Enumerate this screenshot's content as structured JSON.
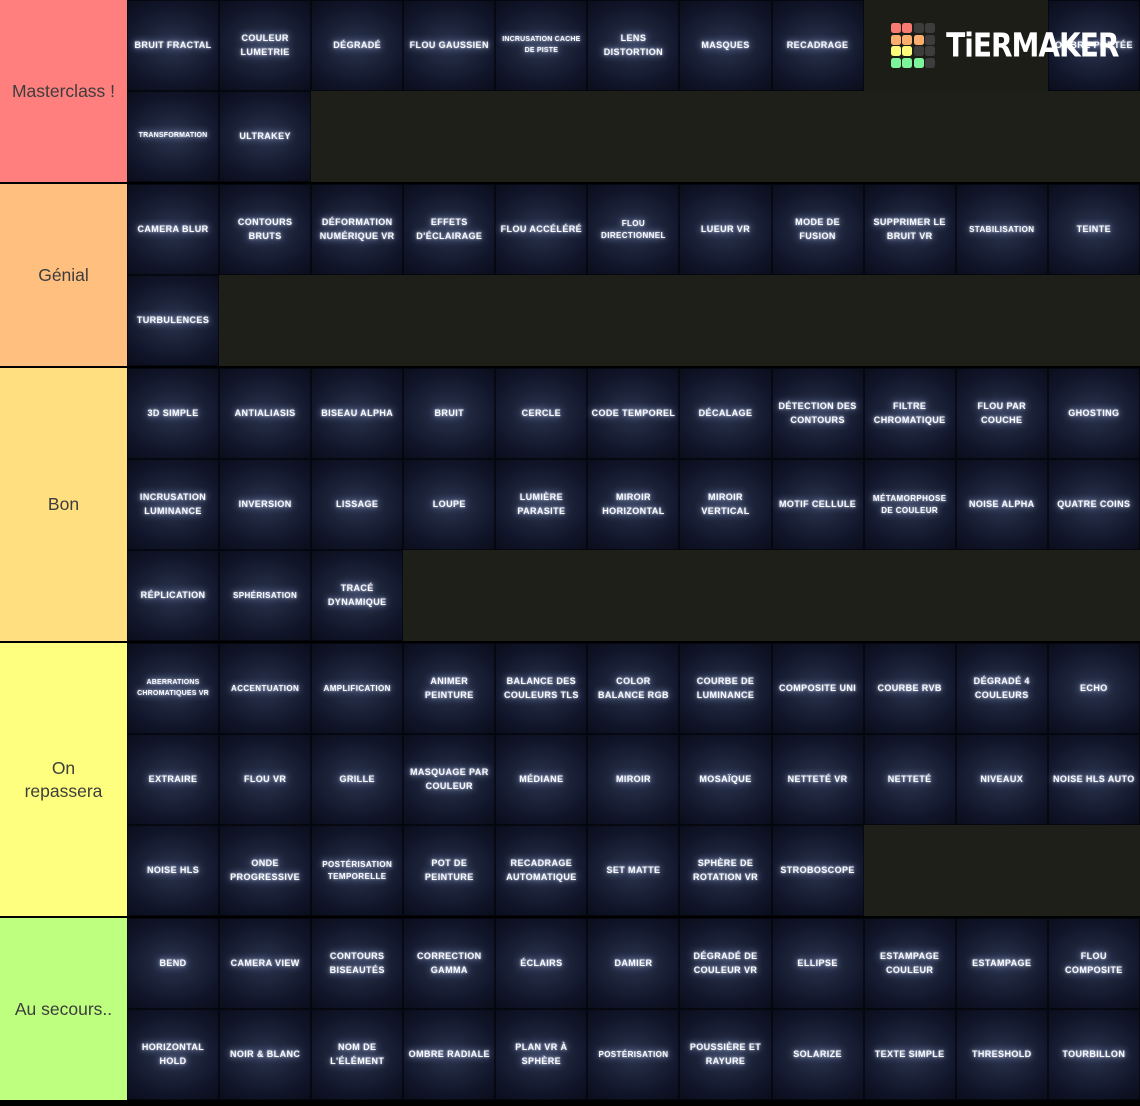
{
  "logo": {
    "text": "TiERMAKER",
    "grid_colors": [
      "#f87b72",
      "#f87b72",
      "#3d3d3d",
      "#3d3d3d",
      "#fbae6e",
      "#fbae6e",
      "#fbae6e",
      "#3d3d3d",
      "#fdfa7c",
      "#fdfa7c",
      "#3d3d3d",
      "#3d3d3d",
      "#7df49b",
      "#7df49b",
      "#7df49b",
      "#3d3d3d"
    ]
  },
  "tiers": [
    {
      "label": "Masterclass !",
      "color": "#ff7f7e",
      "items": [
        "BRUIT FRACTAL",
        "COULEUR LUMETRIE",
        "DÉGRADÉ",
        "FLOU GAUSSIEN",
        "INCRUSATION CACHE DE PISTE",
        "LENS DISTORTION",
        "MASQUES",
        "RECADRAGE",
        "OMBRE PORTÉE",
        "TRANSFORMATION",
        "ULTRAKEY"
      ]
    },
    {
      "label": "Génial",
      "color": "#ffbf7f",
      "items": [
        "CAMERA BLUR",
        "CONTOURS BRUTS",
        "DÉFORMATION NUMÉRIQUE VR",
        "EFFETS D'ÉCLAIRAGE",
        "FLOU ACCÉLÉRÉ",
        "FLOU DIRECTIONNEL",
        "LUEUR VR",
        "MODE DE FUSION",
        "SUPPRIMER LE BRUIT VR",
        "STABILISATION",
        "TEINTE",
        "TURBULENCES"
      ]
    },
    {
      "label": "Bon",
      "color": "#ffdf7f",
      "items": [
        "3D SIMPLE",
        "ANTIALIASIS",
        "BISEAU ALPHA",
        "BRUIT",
        "CERCLE",
        "CODE TEMPOREL",
        "DÉCALAGE",
        "DÉTECTION DES CONTOURS",
        "FILTRE CHROMATIQUE",
        "FLOU PAR COUCHE",
        "GHOSTING",
        "INCRUSATION LUMINANCE",
        "INVERSION",
        "LISSAGE",
        "LOUPE",
        "LUMIÈRE PARASITE",
        "MIROIR HORIZONTAL",
        "MIROIR VERTICAL",
        "MOTIF CELLULE",
        "MÉTAMORPHOSE DE COULEUR",
        "NOISE ALPHA",
        "QUATRE COINS",
        "RÉPLICATION",
        "SPHÉRISATION",
        "TRACÉ DYNAMIQUE"
      ]
    },
    {
      "label": "On\nrepassera",
      "color": "#ffff7f",
      "items": [
        "ABERRATIONS CHROMATIQUES VR",
        "ACCENTUATION",
        "AMPLIFICATION",
        "ANIMER PEINTURE",
        "BALANCE DES COULEURS TLS",
        "COLOR BALANCE RGB",
        "COURBE DE LUMINANCE",
        "COMPOSITE UNI",
        "COURBE RVB",
        "DÉGRADÉ 4 COULEURS",
        "ECHO",
        "EXTRAIRE",
        "FLOU VR",
        "GRILLE",
        "MASQUAGE PAR COULEUR",
        "MÉDIANE",
        "MIROIR",
        "MOSAÏQUE",
        "NETTETÉ VR",
        "NETTETÉ",
        "NIVEAUX",
        "NOISE HLS AUTO",
        "NOISE HLS",
        "ONDE PROGRESSIVE",
        "POSTÉRISATION TEMPORELLE",
        "POT DE PEINTURE",
        "RECADRAGE AUTOMATIQUE",
        "SET MATTE",
        "SPHÈRE DE ROTATION VR",
        "STROBOSCOPE"
      ]
    },
    {
      "label": "Au secours..",
      "color": "#bfff7f",
      "items": [
        "BEND",
        "CAMERA VIEW",
        "CONTOURS BISEAUTÉS",
        "CORRECTION GAMMA",
        "ÉCLAIRS",
        "DAMIER",
        "DÉGRADÉ DE COULEUR VR",
        "ELLIPSE",
        "ESTAMPAGE COULEUR",
        "ESTAMPAGE",
        "FLOU COMPOSITE",
        "HORIZONTAL HOLD",
        "NOIR & BLANC",
        "NOM DE L'ÉLÉMENT",
        "OMBRE RADIALE",
        "PLAN VR À SPHÈRE",
        "POSTÉRISATION",
        "POUSSIÈRE ET RAYURE",
        "SOLARIZE",
        "TEXTE SIMPLE",
        "THRESHOLD",
        "TOURBILLON"
      ]
    }
  ]
}
